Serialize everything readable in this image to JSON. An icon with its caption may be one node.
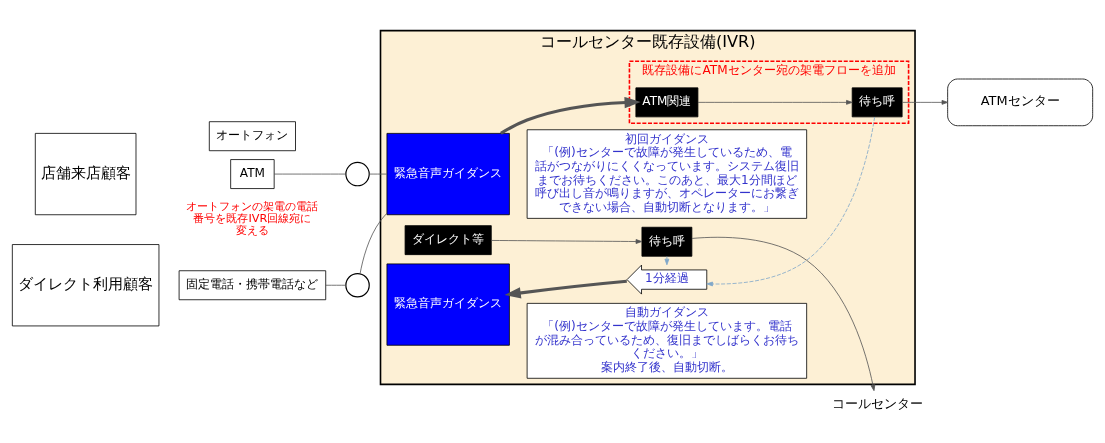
{
  "diagram": {
    "nodes": [
      {
        "text": [
          "店舗来店顧客"
        ]
      },
      {
        "text": [
          "オートフォン"
        ]
      },
      {
        "text": [
          "ATM"
        ]
      },
      {
        "text": [
          "ダイレクト利用顧客"
        ]
      },
      {
        "text": [
          "固定電話・携帯電話など"
        ]
      },
      {
        "text": [],
        "shape": "circle"
      },
      {
        "text": [],
        "shape": "circle"
      },
      {
        "text": [
          "コールセンター既存設備(IVR)"
        ]
      },
      {
        "text": [
          "既存設備にATMセンター宛の架電フローを追加"
        ],
        "in": 7
      },
      {
        "text": [
          "緊急音声ガイダンス"
        ],
        "in": 7
      },
      {
        "text": [
          "ATM関連"
        ],
        "in": 8
      },
      {
        "text": [
          "待ち呼"
        ],
        "in": 8
      },
      {
        "text": [
          "ダイレクト等"
        ],
        "in": 7
      },
      {
        "text": [
          "待ち呼"
        ],
        "in": 7
      },
      {
        "text": [
          "初回ガイダンス",
          "「(例)センターで故障が発生しているため、電話がつながりにくくなっています。システム復旧までお待ちください。このあと、最大1分間ほど呼び出し音が鳴りますが、オペレーターにお繋ぎできない場合、自動切断となります。」"
        ],
        "in": 7
      },
      {
        "text": [
          "1分経過"
        ],
        "in": 7
      },
      {
        "text": [
          "緊急音声ガイダンス"
        ],
        "in": 7
      },
      {
        "text": [
          "自動ガイダンス",
          "「(例)センターで故障が発生しています。電話が混み合っているため、復旧までしばらくお待ちください。」",
          "案内終了後、自動切断。"
        ],
        "in": 7
      },
      {
        "text": [
          "ATMセンター"
        ]
      },
      {
        "text": [
          "コールセンター"
        ]
      }
    ],
    "edges": [
      {
        "from": 2,
        "to": 5,
        "arrow": "none"
      },
      {
        "from": 5,
        "to": 9,
        "arrow": "none"
      },
      {
        "from": 4,
        "to": 6,
        "arrow": "none"
      },
      {
        "from": 6,
        "to": 9,
        "arrow": "none"
      },
      {
        "from": 9,
        "to": 10,
        "arrow": "to",
        "style": "thick"
      },
      {
        "from": 10,
        "to": 11,
        "arrow": "to"
      },
      {
        "from": 12,
        "to": 13,
        "arrow": "to"
      },
      {
        "from": 11,
        "to": 18,
        "arrow": "to"
      },
      {
        "from": 13,
        "to": 19,
        "arrow": "to"
      },
      {
        "from": 11,
        "to": 15,
        "arrow": "to",
        "style": "dashed",
        "color": "#7fa7c9"
      },
      {
        "from": 13,
        "to": 15,
        "arrow": "to",
        "style": "dashed",
        "color": "#7fa7c9"
      },
      {
        "from": 15,
        "to": 16,
        "arrow": "to",
        "style": "thick"
      }
    ],
    "labels": [
      "オートフォンの架電の電話番号を既存IVR回線宛に変える"
    ]
  }
}
